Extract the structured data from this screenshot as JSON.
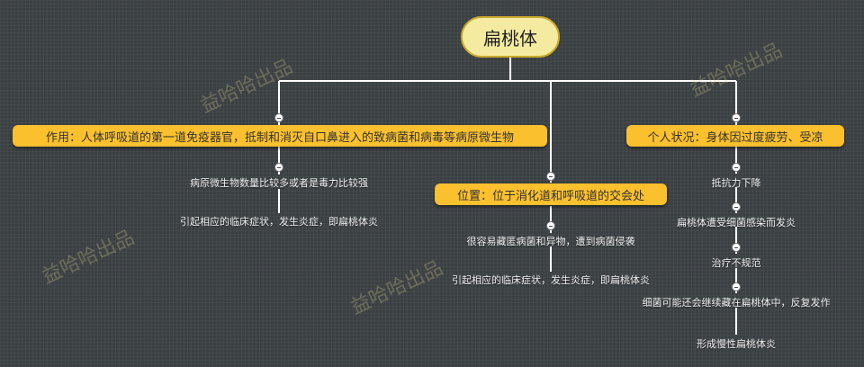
{
  "root": {
    "label": "扁桃体"
  },
  "branches": [
    {
      "label": "作用：人体呼吸道的第一道免疫器官，抵制和消灭自口鼻进入的致病菌和病毒等病原微生物",
      "children": [
        "病原微生物数量比较多或者是毒力比较强",
        "引起相应的临床症状，发生炎症，即扁桃体炎"
      ]
    },
    {
      "label": "位置：位于消化道和呼吸道的交会处",
      "children": [
        "很容易藏匿病菌和异物，遭到病菌侵袭",
        "引起相应的临床症状，发生炎症，即扁桃体炎"
      ]
    },
    {
      "label": "个人状况：身体因过度疲劳、受凉",
      "children": [
        "抵抗力下降",
        "扁桃体遭受细菌感染而发炎",
        "治疗不规范",
        "细菌可能还会继续藏在扁桃体中，反复发作",
        "形成慢性扁桃体炎"
      ]
    }
  ],
  "watermark": "益哈哈出品"
}
